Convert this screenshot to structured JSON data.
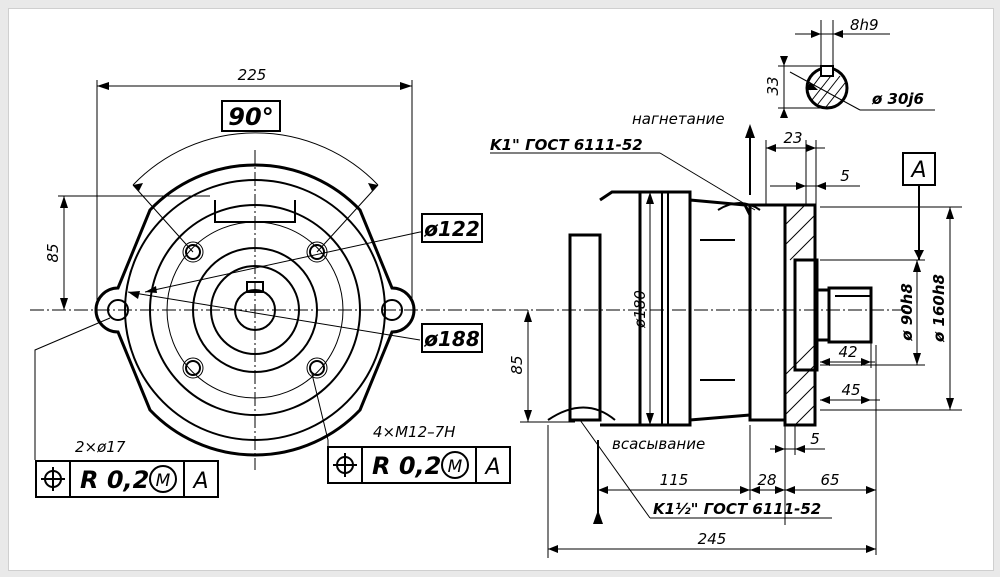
{
  "front_view": {
    "dim_width": "225",
    "angle_label": "90°",
    "dim_height_left": "85",
    "dim_d122": "ø122",
    "dim_d188": "ø188",
    "holes_label_left": "2×ø17",
    "holes_label_right": "4×M12–7H",
    "tol_frame_left": {
      "symbol": "⌖",
      "value": "R 0,2",
      "modifier": "M",
      "datum": "A"
    },
    "tol_frame_right": {
      "symbol": "⌖",
      "value": "R 0,2",
      "modifier": "M",
      "datum": "A"
    }
  },
  "side_view": {
    "label_discharge": "нагнетание",
    "label_suction": "всасывание",
    "thread_top": "K1\" ГОСТ 6111-52",
    "thread_bottom": "K1½\" ГОСТ 6111-52",
    "datum_box": "A",
    "dim_d180": "ø180",
    "dim_85": "85",
    "dim_23": "23",
    "dim_5_top": "5",
    "dim_5_bottom": "5",
    "dim_42": "42",
    "dim_45": "45",
    "dim_115": "115",
    "dim_28": "28",
    "dim_65": "65",
    "dim_245": "245",
    "dim_d90": "ø 90h8",
    "dim_d160": "ø 160h8"
  },
  "shaft_section": {
    "dim_8h9": "8h9",
    "dim_33": "33",
    "dim_d30": "ø 30j6"
  }
}
